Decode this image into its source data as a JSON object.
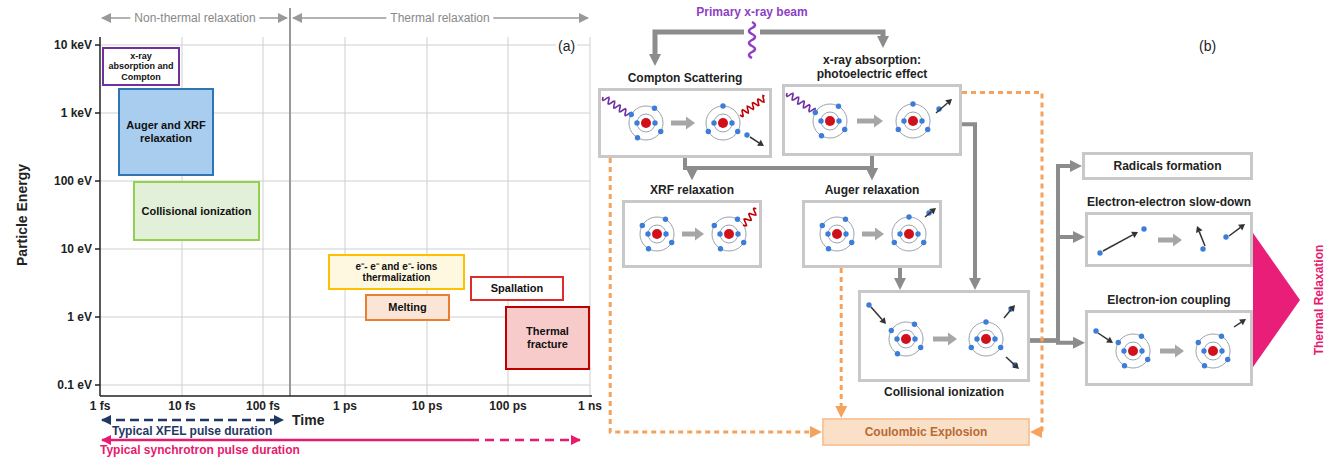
{
  "diagram": {
    "nodes": [
      {
        "text": [
          "x-ray absorption and Compton"
        ]
      },
      {
        "text": [
          "Auger and XRF relaxation"
        ]
      },
      {
        "text": [
          "Collisional ionization"
        ]
      },
      {
        "text": [
          "e⁻- e⁻ and e⁻- ions thermalization"
        ]
      },
      {
        "text": [
          "Melting"
        ]
      },
      {
        "text": [
          "Spallation"
        ]
      },
      {
        "text": [
          "Thermal fracture"
        ]
      },
      {
        "text": [
          "Compton Scattering"
        ]
      },
      {
        "text": [
          "x-ray absorption: photoelectric effect"
        ]
      },
      {
        "text": [
          "XRF relaxation"
        ]
      },
      {
        "text": [
          "Auger relaxation"
        ]
      },
      {
        "text": [
          "Collisional ionization"
        ]
      },
      {
        "text": [
          "Coulombic Explosion"
        ]
      },
      {
        "text": [
          "Radicals formation"
        ]
      },
      {
        "text": [
          "Electron-electron slow-down"
        ]
      },
      {
        "text": [
          "Electron-ion coupling"
        ]
      },
      {
        "text": [
          "Thermal Relaxation"
        ]
      }
    ],
    "edges": [
      {
        "from": 7,
        "to": 9,
        "arrow": "to"
      },
      {
        "from": 7,
        "to": 10,
        "arrow": "to"
      },
      {
        "from": 8,
        "to": 9,
        "arrow": "to"
      },
      {
        "from": 8,
        "to": 10,
        "arrow": "to"
      },
      {
        "from": 8,
        "to": 11,
        "arrow": "to"
      },
      {
        "from": 10,
        "to": 11,
        "arrow": "to"
      },
      {
        "from": 11,
        "to": 13,
        "arrow": "to"
      },
      {
        "from": 11,
        "to": 14,
        "arrow": "to"
      },
      {
        "from": 11,
        "to": 15,
        "arrow": "to"
      },
      {
        "from": 7,
        "to": 12,
        "arrow": "to"
      },
      {
        "from": 10,
        "to": 12,
        "arrow": "to"
      },
      {
        "from": 8,
        "to": 12,
        "arrow": "to"
      }
    ],
    "labels": [
      "Non-thermal relaxation",
      "Thermal relaxation",
      "10 keV",
      "1 keV",
      "100 eV",
      "10 eV",
      "1 eV",
      "0.1 eV",
      "(a)",
      "Particle Energy",
      "1 fs",
      "10 fs",
      "100 fs",
      "1 ps",
      "10 ps",
      "100 ps",
      "1 ns",
      "Time",
      "Typical XFEL pulse duration",
      "Typical synchrotron pulse duration",
      "Primary x-ray beam",
      "(b)"
    ]
  }
}
